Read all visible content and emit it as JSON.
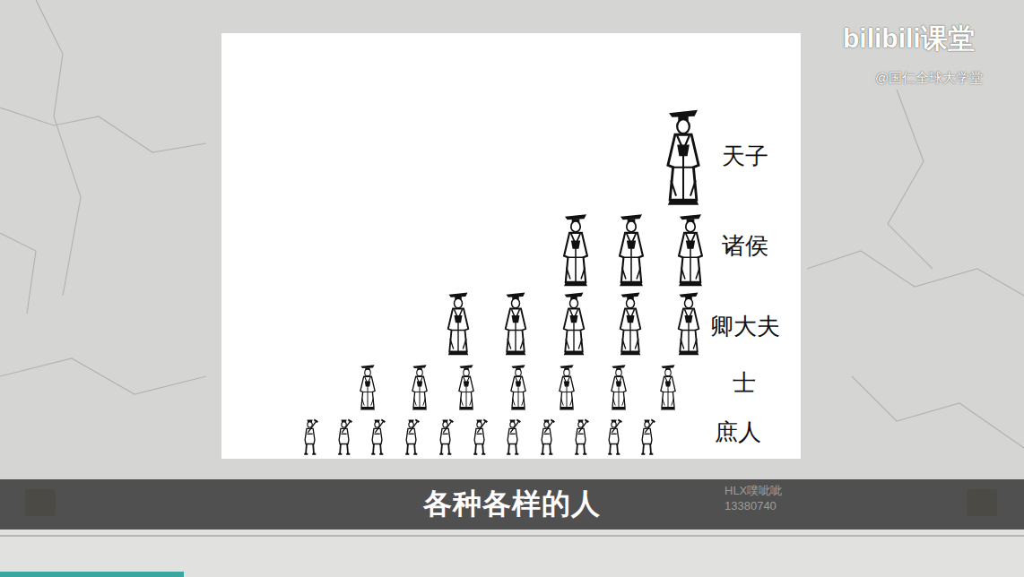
{
  "diagram": {
    "nodes": [
      {
        "text": [
          "各种各样的人"
        ]
      }
    ],
    "labels": [
      "天子",
      "诸侯",
      "卿大夫",
      "士",
      "庶人",
      "bilibili课堂",
      "@国仁全球大学堂",
      "HLX噗呲呲",
      "13380740"
    ]
  }
}
